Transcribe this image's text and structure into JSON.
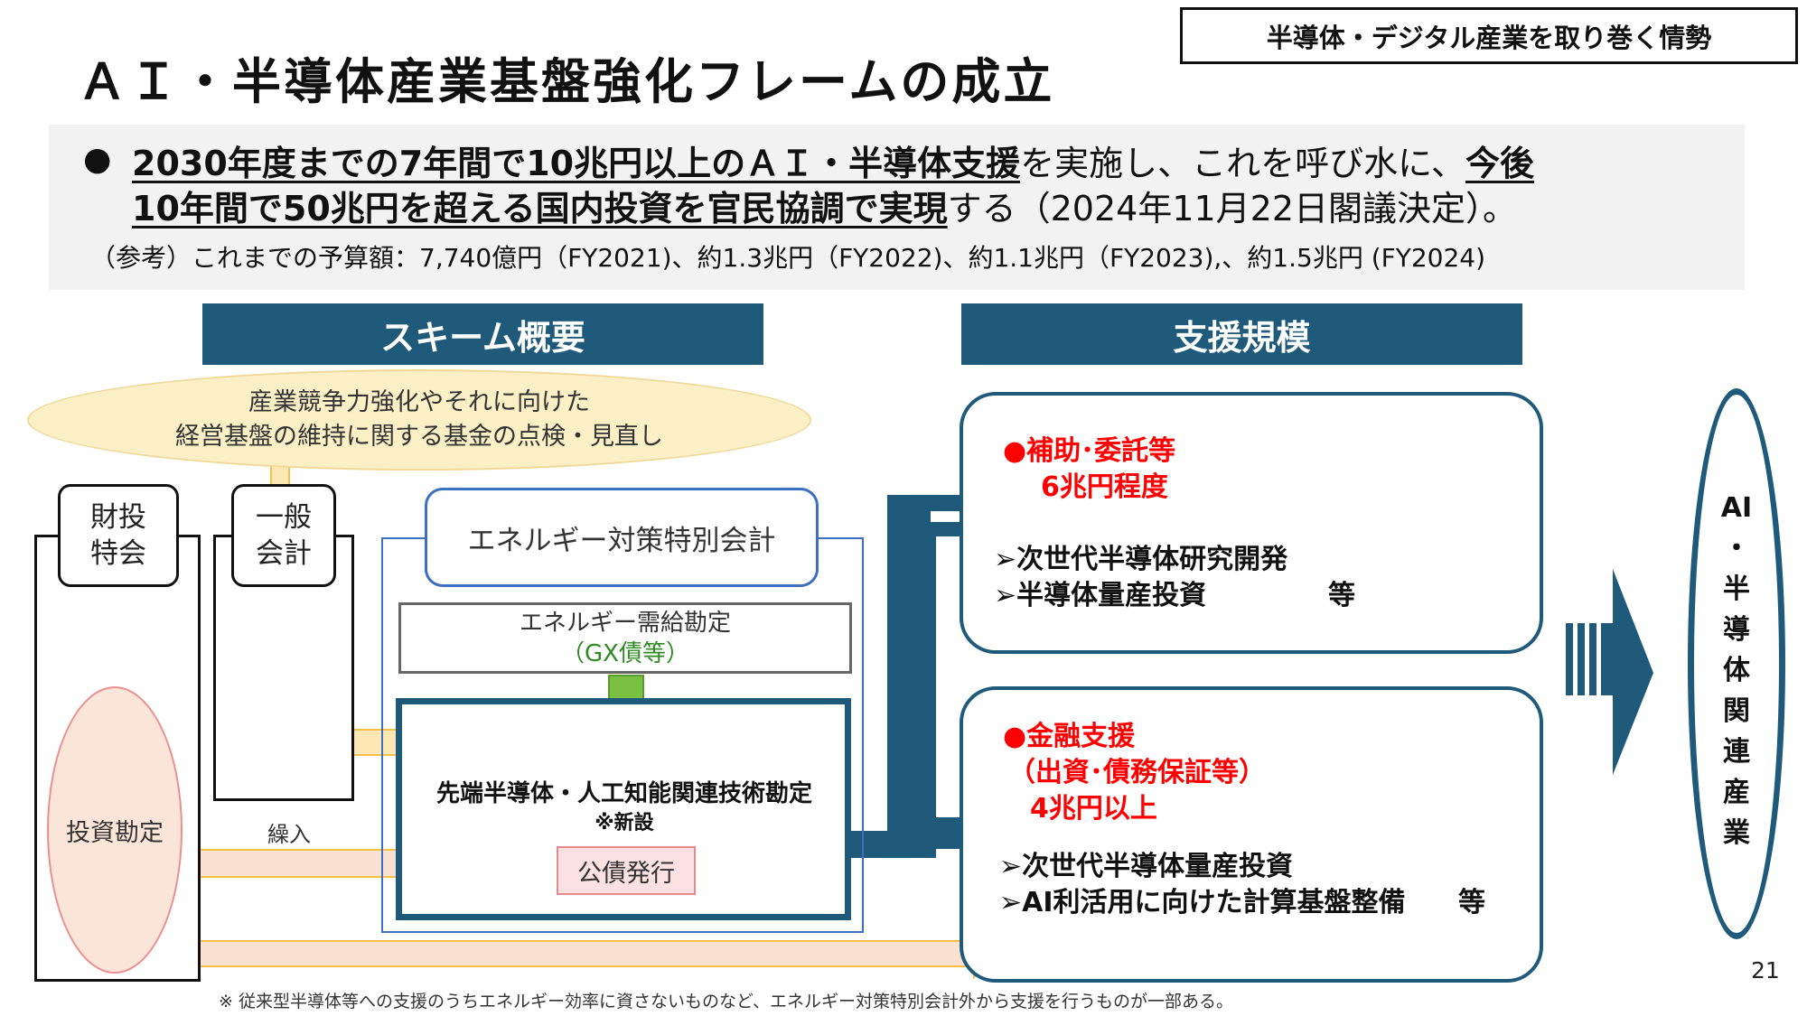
{
  "category": "半導体・デジタル産業を取り巻く情勢",
  "title": "ＡＩ・半導体産業基盤強化フレームの成立",
  "summary": {
    "bullet": "●",
    "line1_u1": "2030年度までの7年間で10兆円以上のＡＩ・半導体支援",
    "line1_t": "を実施し、これを呼び水に、",
    "line1_u2": "今後",
    "line2_u": "10年間で50兆円を超える国内投資を官民協調で実現",
    "line2_t": "する（2024年11月22日閣議決定）。",
    "note": "（参考）これまでの予算額：7,740億円（FY2021)、約1.3兆円（FY2022)、約1.1兆円（FY2023),、約1.5兆円 (FY2024)"
  },
  "scheme": {
    "header": "スキーム概要",
    "fund_review_line1": "産業競争力強化やそれに向けた",
    "fund_review_line2": "経営基盤の維持に関する基金の点検・見直し",
    "fiscal_line1": "財投",
    "fiscal_line2": "特会",
    "general_line1": "一般",
    "general_line2": "会計",
    "investment_account": "投資勘定",
    "transfer": "繰入",
    "energy_account": "エネルギー対策特別会計",
    "supply_demand": "エネルギー需給勘定",
    "gx_bond": "（GX債等）",
    "advanced_account": "先端半導体・人工知能関連技術勘定",
    "new_label": "※新設",
    "bond_issue": "公債発行"
  },
  "scale": {
    "header": "支援規模",
    "subsidy": {
      "heading": "●補助･委託等",
      "amount": "6兆円程度",
      "item1": "➢次世代半導体研究開発",
      "item2": "➢半導体量産投資",
      "etc": "等"
    },
    "finance": {
      "heading": "●金融支援",
      "sub": "（出資･債務保証等）",
      "amount": "4兆円以上",
      "item1": "➢次世代半導体量産投資",
      "item2": "➢AI利活用に向けた計算基盤整備",
      "etc": "等"
    }
  },
  "result_chars": [
    "AI",
    "・",
    "半",
    "導",
    "体",
    "関",
    "連",
    "産",
    "業"
  ],
  "footnote": "※ 従来型半導体等への支援のうちエネルギー効率に資さないものなど、エネルギー対策特別会計外から支援を行うものが一部ある。",
  "page_number": "21",
  "colors": {
    "header_blue": "#1f5a7a",
    "highlight_red": "#ff0000",
    "gx_green": "#2f8a23",
    "yellow_arrow": "#fde8b5",
    "pink_arrow": "#fbe1d2"
  }
}
